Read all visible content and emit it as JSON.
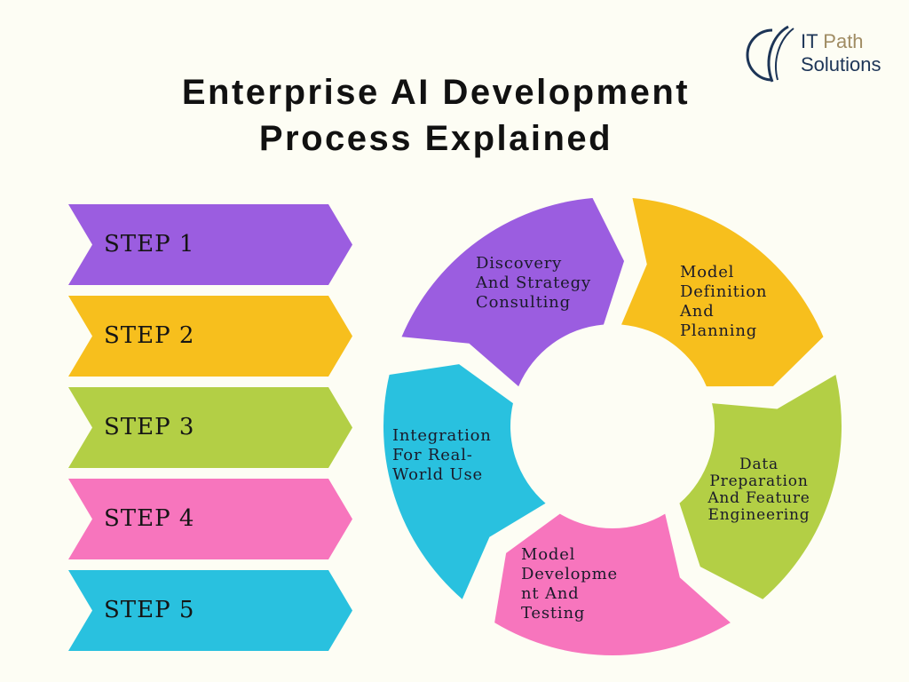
{
  "title": {
    "line1": "Enterprise AI Development",
    "line2": "Process Explained"
  },
  "logo": {
    "word1": "IT",
    "word2": "Path",
    "word3": "Solutions"
  },
  "steps": [
    {
      "label": "STEP 1",
      "color": "#9b5de0"
    },
    {
      "label": "STEP 2",
      "color": "#f7bf1d"
    },
    {
      "label": "STEP 3",
      "color": "#b3cf45"
    },
    {
      "label": "STEP 4",
      "color": "#f775bd"
    },
    {
      "label": "STEP 5",
      "color": "#29c1df"
    }
  ],
  "cycle": [
    {
      "label": "Discovery\nAnd Strategy\nConsulting",
      "color": "#9b5de0"
    },
    {
      "label": "Model\nDefinition\nAnd\nPlanning",
      "color": "#f7bf1d"
    },
    {
      "label": "Data\nPreparation\nAnd Feature\nEngineering",
      "color": "#b3cf45"
    },
    {
      "label": "Model\nDevelopme\nnt And\nTesting",
      "color": "#f775bd"
    },
    {
      "label": "Integration\nFor Real-\nWorld Use",
      "color": "#29c1df"
    }
  ]
}
